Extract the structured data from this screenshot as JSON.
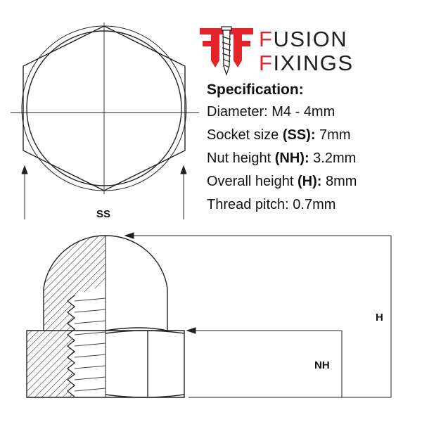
{
  "brand": {
    "line1_first": "F",
    "line1_rest": "USION",
    "line2_first": "F",
    "line2_rest": "IXINGS",
    "accent_color": "#e3242b",
    "text_color": "#231f20",
    "logo_icon": "double-f-screw-logo"
  },
  "spec": {
    "title": "Specification:",
    "rows": [
      {
        "prefix": "Diameter: M4 - 4mm",
        "bold": "",
        "suffix": ""
      },
      {
        "prefix": "Socket size ",
        "bold": "(SS):",
        "suffix": " 7mm"
      },
      {
        "prefix": "Nut height ",
        "bold": "(NH):",
        "suffix": " 3.2mm"
      },
      {
        "prefix": "Overall height ",
        "bold": "(H):",
        "suffix": " 8mm"
      },
      {
        "prefix": "Thread pitch: 0.7mm",
        "bold": "",
        "suffix": ""
      }
    ]
  },
  "drawing": {
    "label_ss": "SS",
    "label_h": "H",
    "label_nh": "NH"
  }
}
